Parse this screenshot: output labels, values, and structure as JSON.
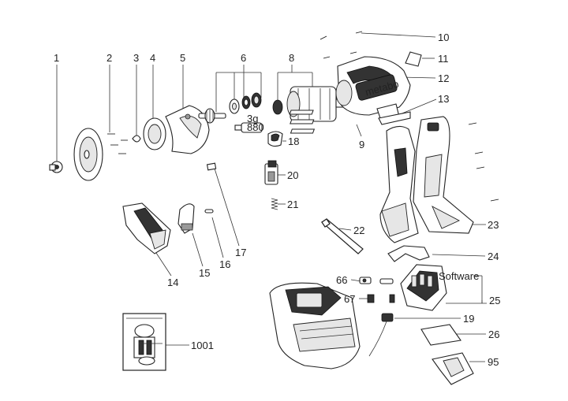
{
  "labels": {
    "p1": "1",
    "p2": "2",
    "p3": "3",
    "p4": "4",
    "p5": "5",
    "p6": "6",
    "p8": "8",
    "p9": "9",
    "p10": "10",
    "p11": "11",
    "p12": "12",
    "p13": "13",
    "p14": "14",
    "p15": "15",
    "p16": "16",
    "p17": "17",
    "p18": "18",
    "p19": "19",
    "p20": "20",
    "p21": "21",
    "p22": "22",
    "p23": "23",
    "p24": "24",
    "p25": "25",
    "p26": "26",
    "p66": "66",
    "p67": "67",
    "p95": "95",
    "p1001": "1001",
    "software": "Software"
  },
  "print": {
    "brand": "metabo",
    "cap_a": "3g",
    "cap_b": "880"
  }
}
